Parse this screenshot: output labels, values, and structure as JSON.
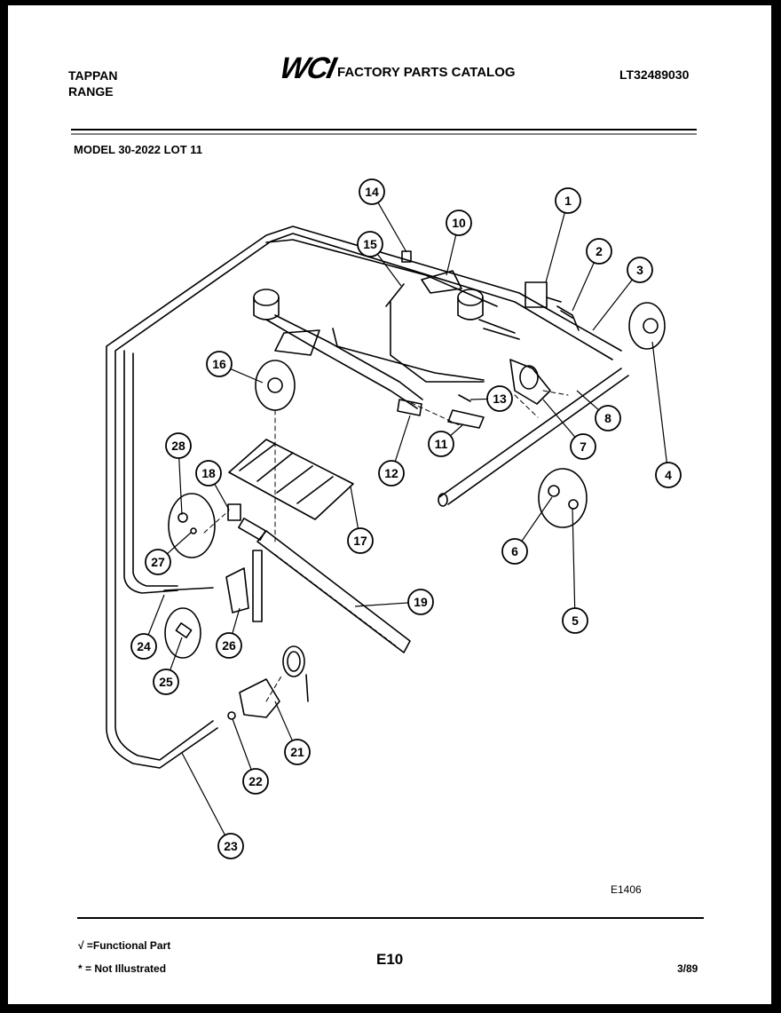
{
  "header": {
    "brand_line1": "TAPPAN",
    "brand_line2": "RANGE",
    "logo_text": "WCI",
    "catalog_title": "FACTORY PARTS CATALOG",
    "catalog_number": "LT32489030",
    "model_line": "MODEL 30-2022 LOT 11"
  },
  "diagram": {
    "figure_code": "E1406",
    "callouts": [
      "1",
      "2",
      "3",
      "4",
      "5",
      "6",
      "7",
      "8",
      "10",
      "11",
      "12",
      "13",
      "14",
      "15",
      "16",
      "17",
      "18",
      "19",
      "21",
      "22",
      "23",
      "24",
      "25",
      "26",
      "27",
      "28"
    ]
  },
  "footer": {
    "legend_functional": "√ =Functional Part",
    "legend_not_illustrated": "* = Not Illustrated",
    "page_code": "E10",
    "date": "3/89"
  }
}
